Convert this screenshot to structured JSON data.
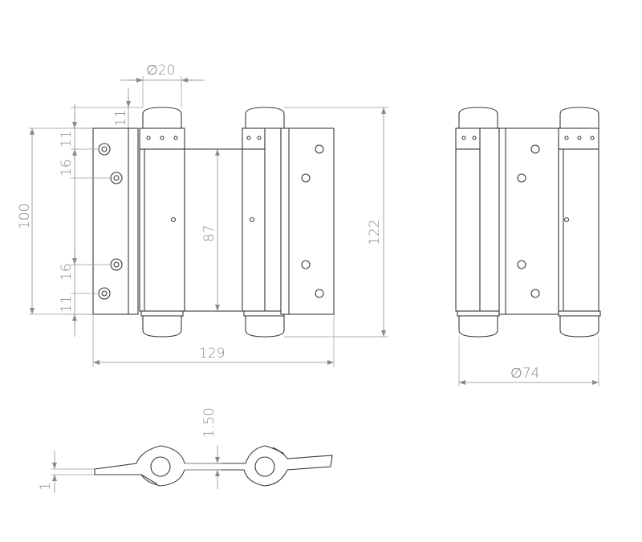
{
  "dimensions": {
    "pin_diameter": "∅20",
    "top_offset": "11",
    "top_gap": "11",
    "upper_spacing": "16",
    "left_height": "100",
    "lower_spacing": "16",
    "bottom_gap": "11",
    "inner_height": "87",
    "total_height": "122",
    "total_width": "129",
    "side_diameter": "∅74",
    "plate_spacing": "1.50",
    "plate_thickness": "1"
  },
  "colors": {
    "line": "#3a3a3a",
    "dimension": "#8a8a8a"
  }
}
